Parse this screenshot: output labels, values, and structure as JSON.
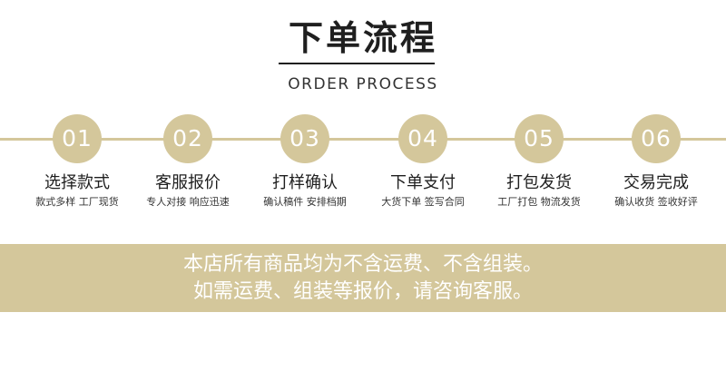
{
  "header": {
    "title": "下单流程",
    "subtitle": "ORDER PROCESS"
  },
  "steps": [
    {
      "number": "01",
      "title": "选择款式",
      "desc": "款式多样 工厂现货"
    },
    {
      "number": "02",
      "title": "客服报价",
      "desc": "专人对接 响应迅速"
    },
    {
      "number": "03",
      "title": "打样确认",
      "desc": "确认稿件 安排档期"
    },
    {
      "number": "04",
      "title": "下单支付",
      "desc": "大货下单 签写合同"
    },
    {
      "number": "05",
      "title": "打包发货",
      "desc": "工厂打包 物流发货"
    },
    {
      "number": "06",
      "title": "交易完成",
      "desc": "确认收货 签收好评"
    }
  ],
  "notice": {
    "line1": "本店所有商品均为不含运费、不含组装。",
    "line2": "如需运费、组装等报价，请咨询客服。"
  },
  "colors": {
    "accent": "#d4c79b",
    "text": "#1f1f1f"
  }
}
